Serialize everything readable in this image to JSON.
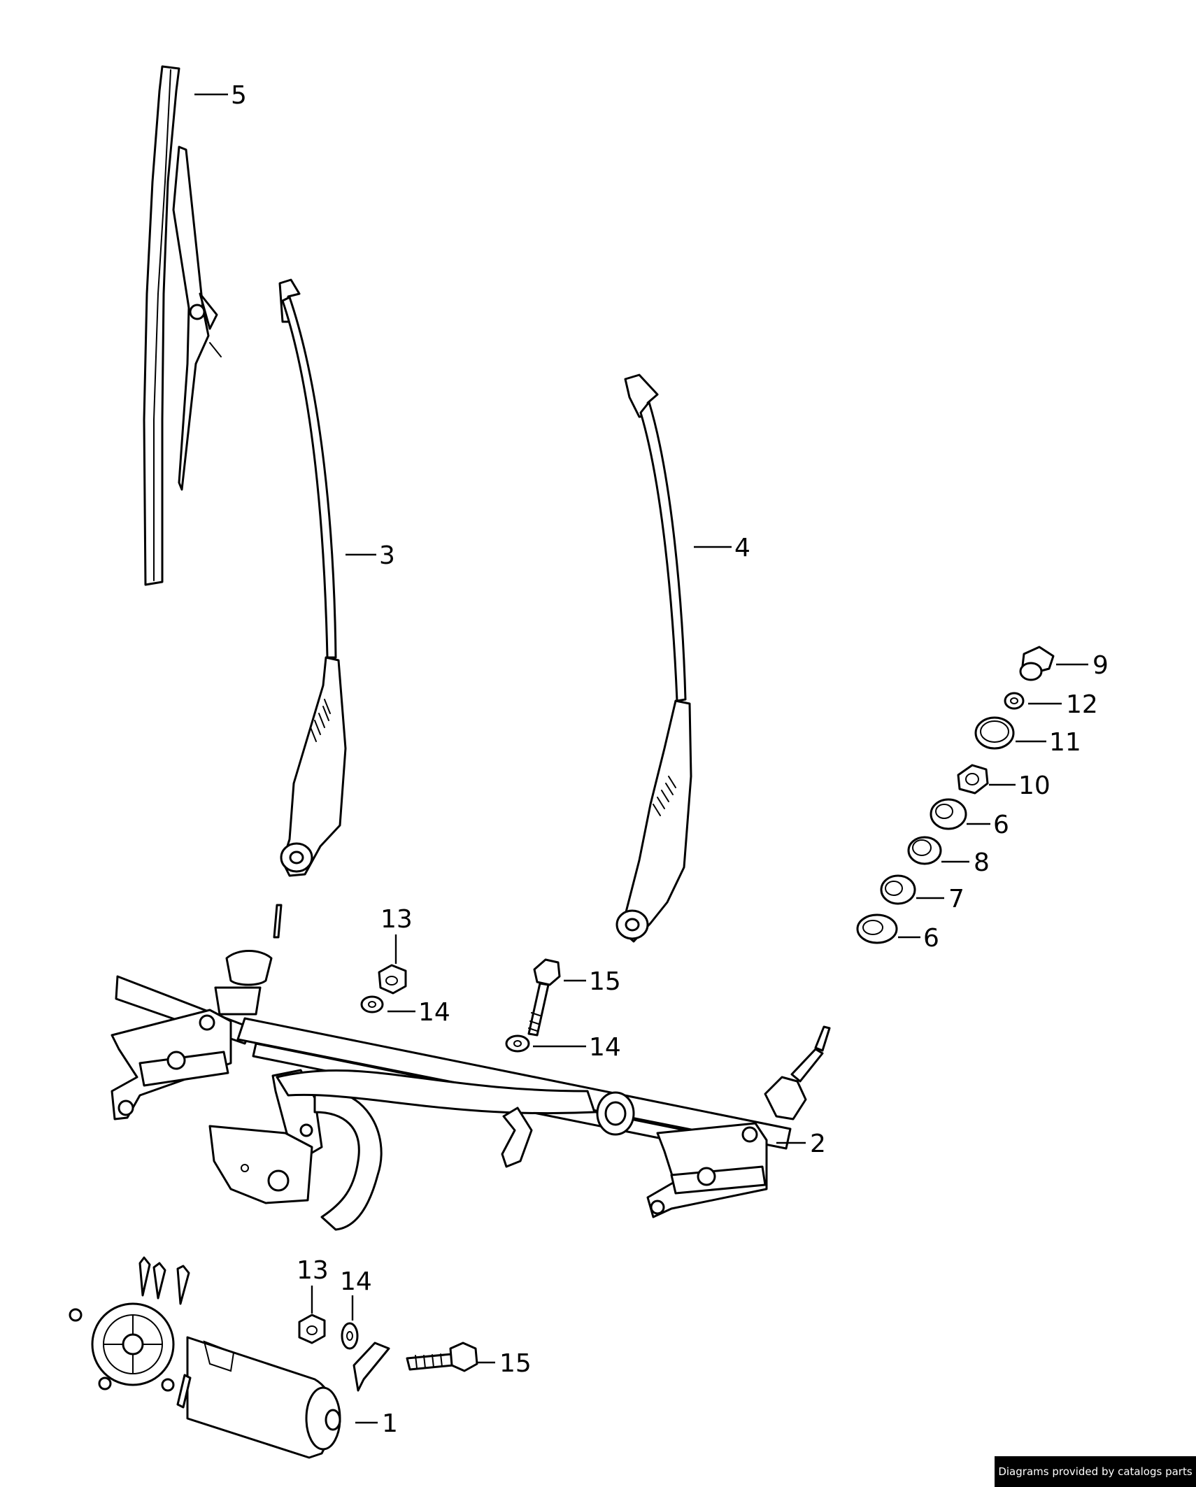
{
  "diagram": {
    "callouts": [
      {
        "id": "c5",
        "label": "5"
      },
      {
        "id": "c3",
        "label": "3"
      },
      {
        "id": "c4",
        "label": "4"
      },
      {
        "id": "c9",
        "label": "9"
      },
      {
        "id": "c12",
        "label": "12"
      },
      {
        "id": "c11",
        "label": "11"
      },
      {
        "id": "c10",
        "label": "10"
      },
      {
        "id": "c6a",
        "label": "6"
      },
      {
        "id": "c8",
        "label": "8"
      },
      {
        "id": "c7",
        "label": "7"
      },
      {
        "id": "c6b",
        "label": "6"
      },
      {
        "id": "c13a",
        "label": "13"
      },
      {
        "id": "c14a",
        "label": "14"
      },
      {
        "id": "c15a",
        "label": "15"
      },
      {
        "id": "c14b",
        "label": "14"
      },
      {
        "id": "c2",
        "label": "2"
      },
      {
        "id": "c13b",
        "label": "13"
      },
      {
        "id": "c14c",
        "label": "14"
      },
      {
        "id": "c15b",
        "label": "15"
      },
      {
        "id": "c1",
        "label": "1"
      }
    ]
  },
  "footer": {
    "credit": "Diagrams provided by catalogs parts"
  }
}
